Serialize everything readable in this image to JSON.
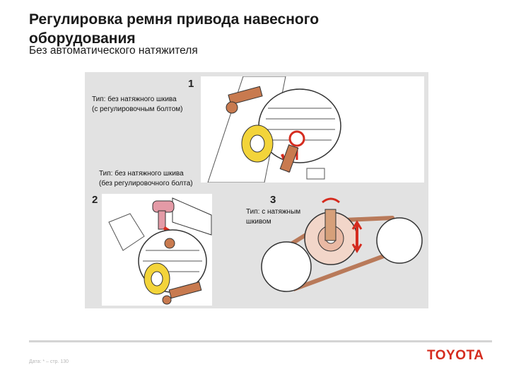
{
  "slide": {
    "title": "Регулировка ремня привода навесного оборудования",
    "subtitle": "Без автоматического натяжителя",
    "footer": "Дата: * – стр. 130",
    "logo": "TOYOTA"
  },
  "figure": {
    "panel1": {
      "number": "1",
      "caption_line1": "Тип: без натяжного шкива",
      "caption_line2": "(с регулировочным болтом)"
    },
    "panel2": {
      "number": "2",
      "caption_line1": "Тип: без натяжного шкива",
      "caption_line2": "(без регулировочного болта)"
    },
    "panel3": {
      "number": "3",
      "caption_line1": "Тип: с натяжным",
      "caption_line2": "шкивом"
    }
  },
  "colors": {
    "accent": "#d52b1e",
    "belt": "#f3d43a",
    "bolt": "#c87a4f",
    "pulley": "#f2d6c9"
  }
}
